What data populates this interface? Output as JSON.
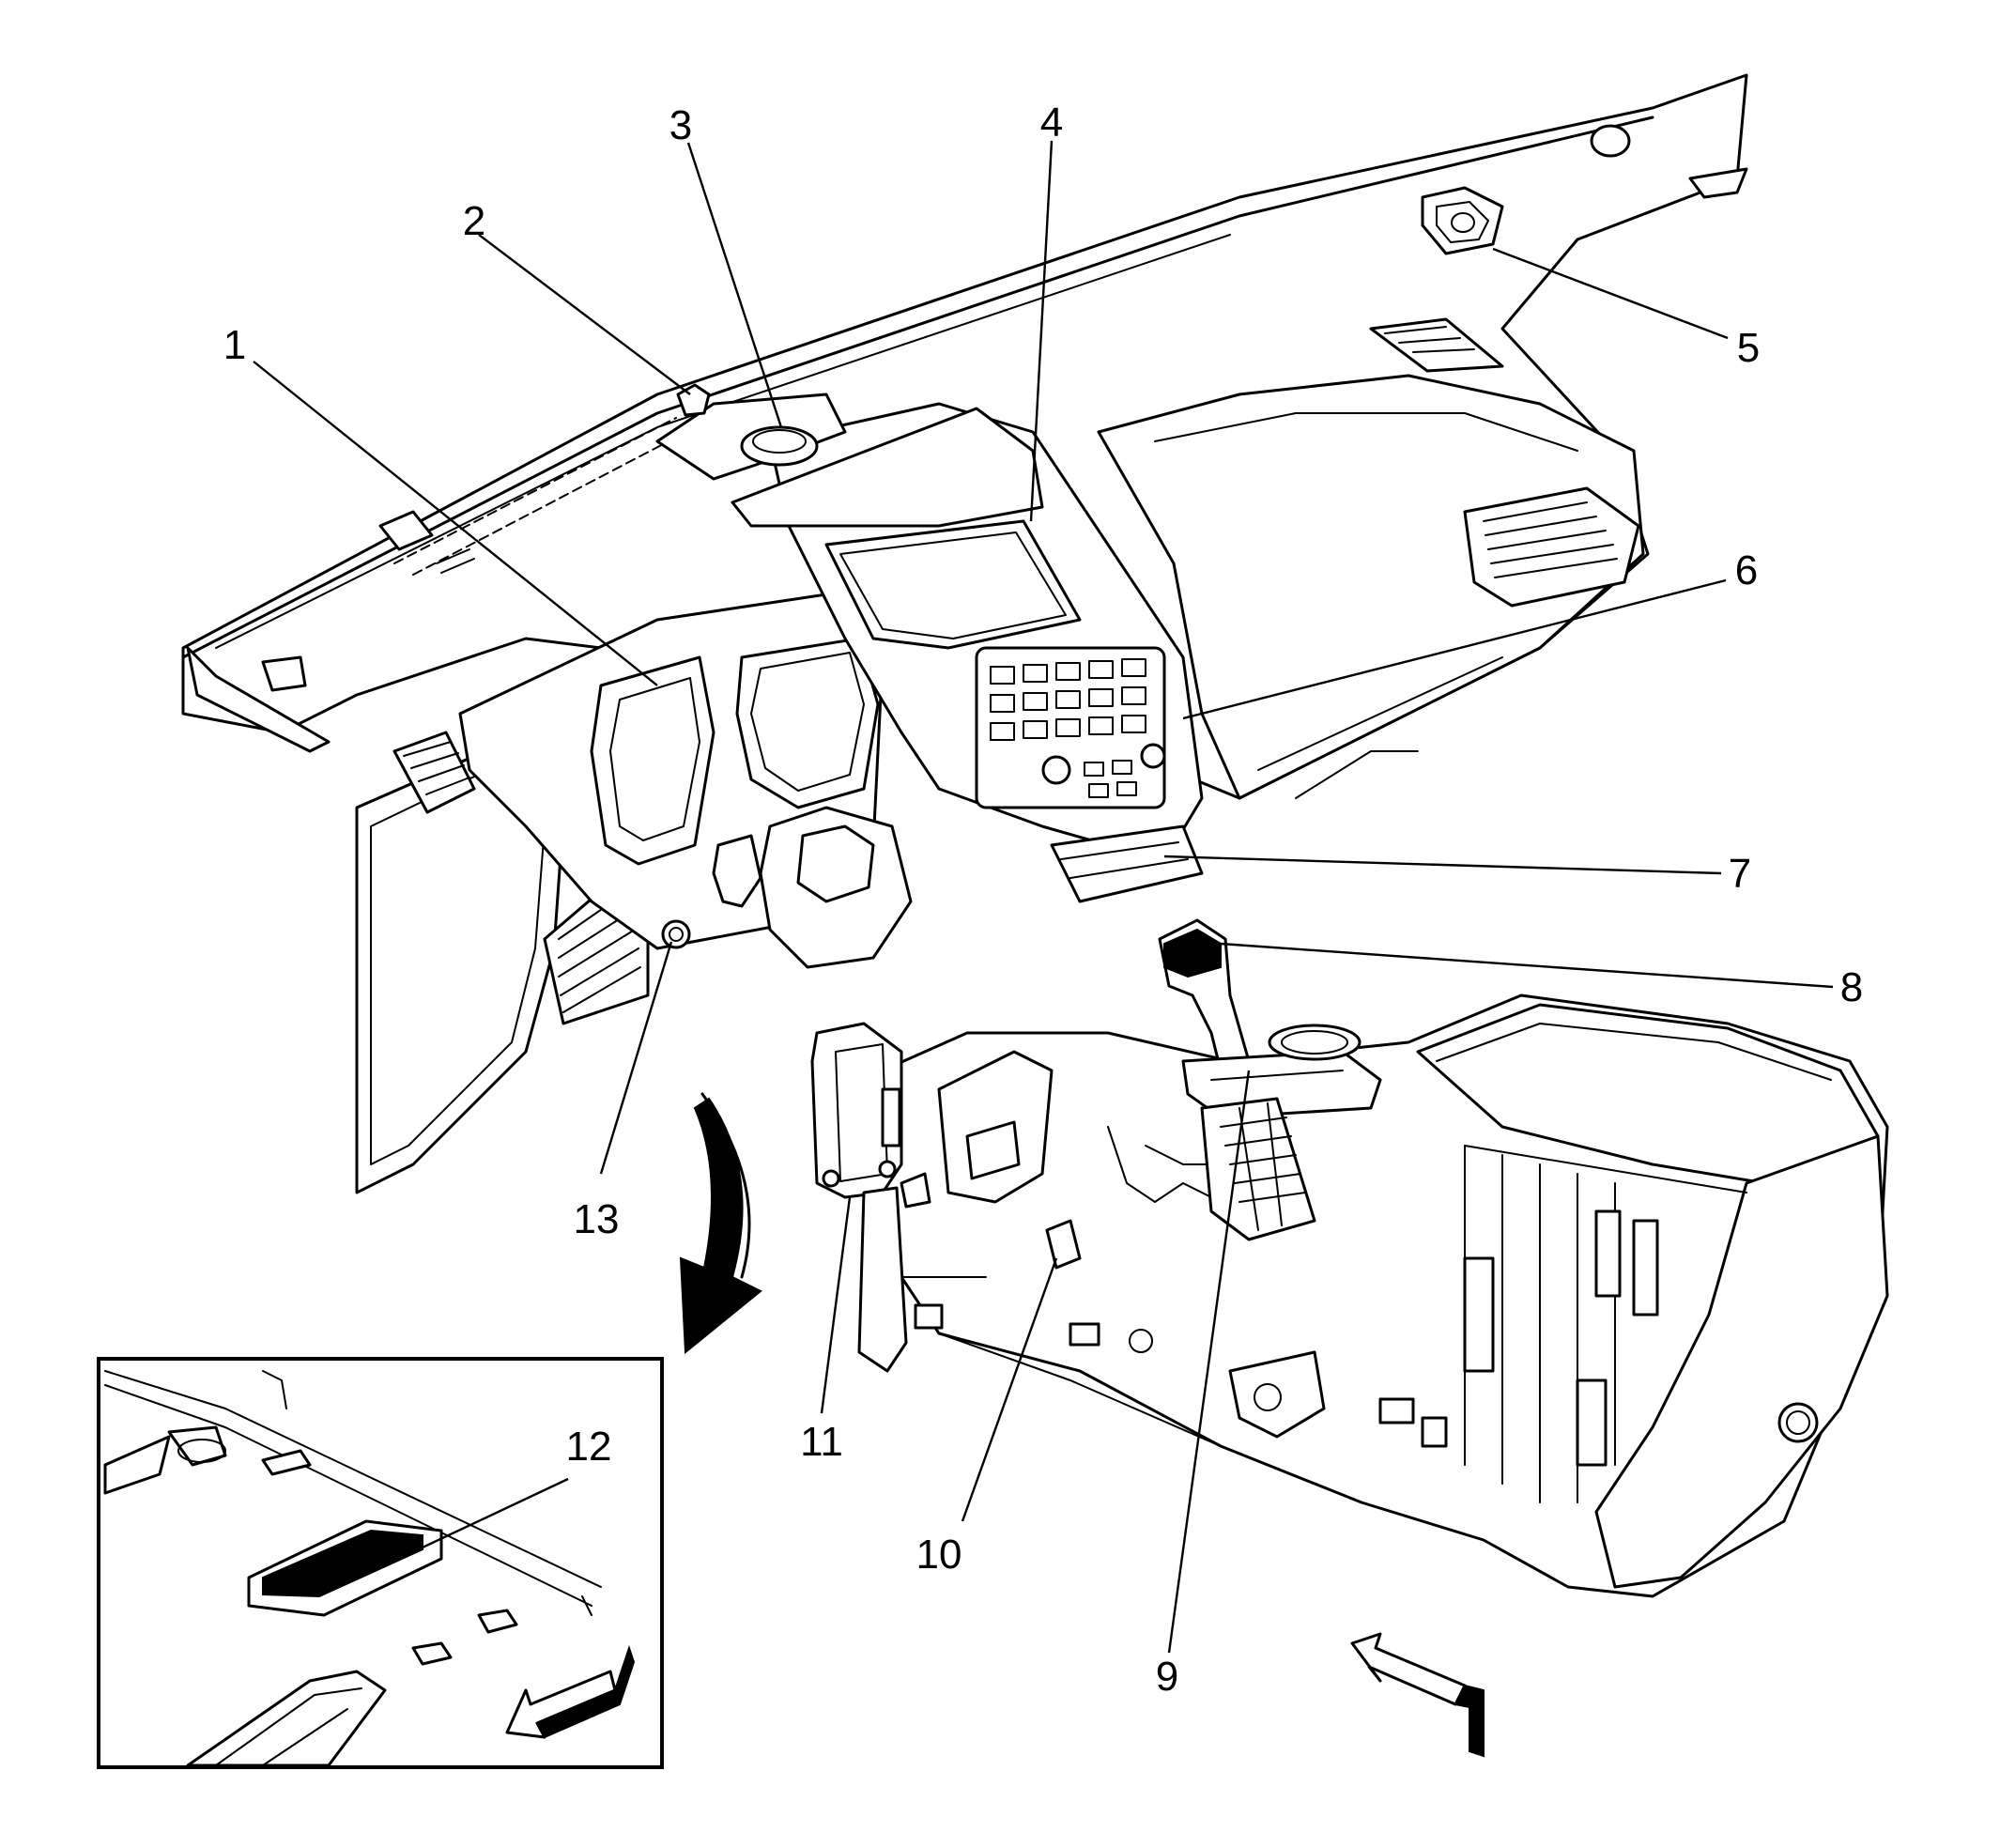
{
  "callouts": [
    {
      "id": "1",
      "text": "1"
    },
    {
      "id": "2",
      "text": "2"
    },
    {
      "id": "3",
      "text": "3"
    },
    {
      "id": "4",
      "text": "4"
    },
    {
      "id": "5",
      "text": "5"
    },
    {
      "id": "6",
      "text": "6"
    },
    {
      "id": "7",
      "text": "7"
    },
    {
      "id": "8",
      "text": "8"
    },
    {
      "id": "9",
      "text": "9"
    },
    {
      "id": "10",
      "text": "10"
    },
    {
      "id": "11",
      "text": "11"
    },
    {
      "id": "12",
      "text": "12"
    },
    {
      "id": "13",
      "text": "13"
    }
  ],
  "colors": {
    "ink": "#000000",
    "paper": "#ffffff"
  }
}
